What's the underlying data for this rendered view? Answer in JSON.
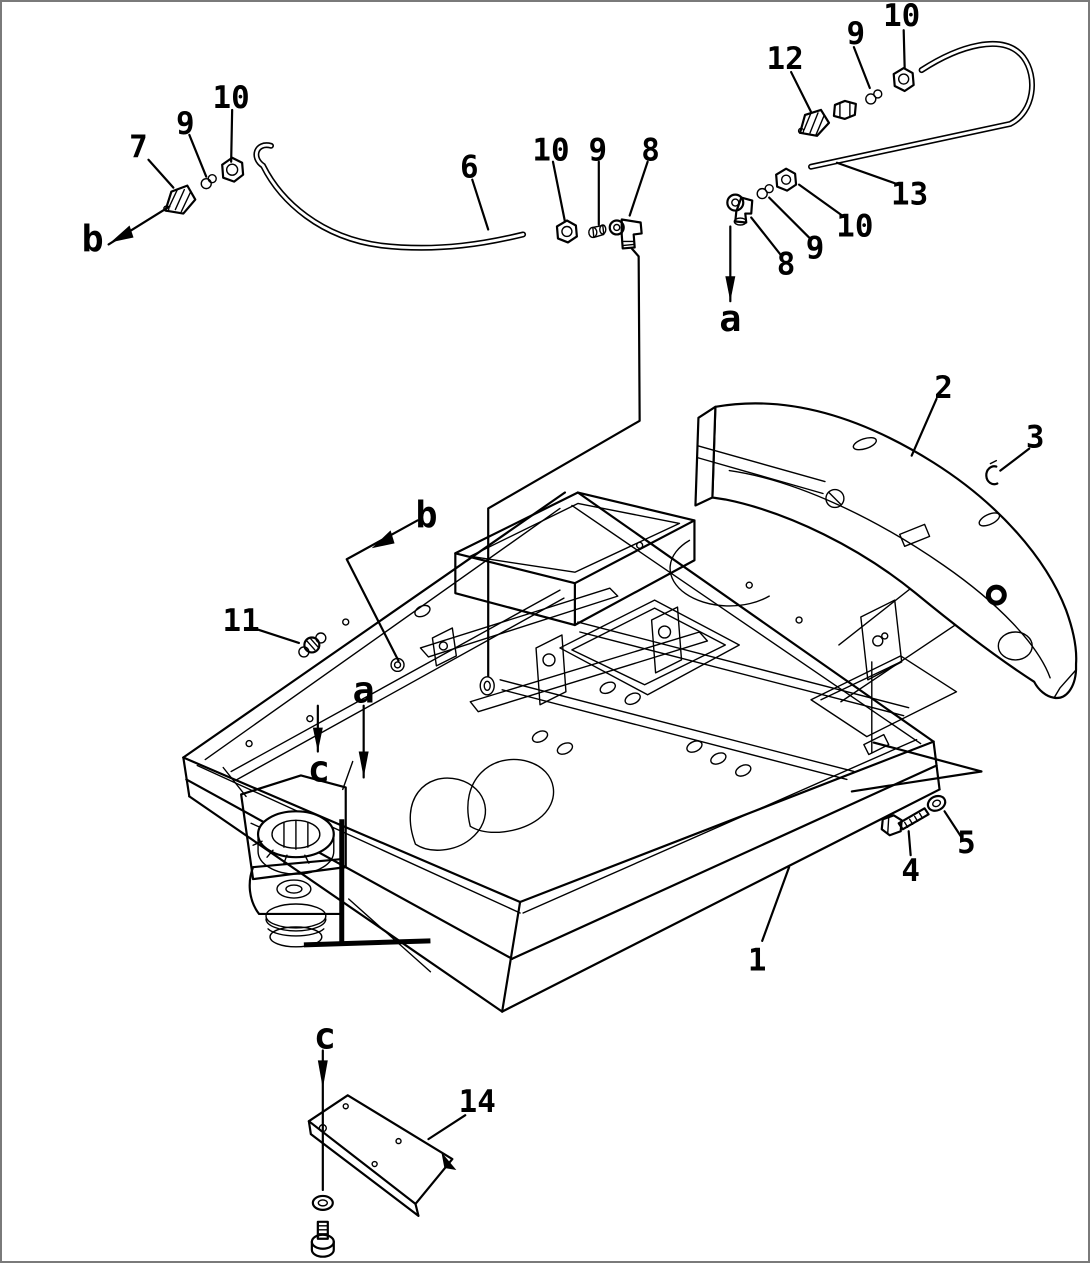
{
  "figure": {
    "background": "#ffffff",
    "line_color": "#000000",
    "border_color": "#7a7a7a"
  },
  "callouts": {
    "tl_part7": "7",
    "tl_part9": "9",
    "tl_part10": "10",
    "view_b_top": "b",
    "hose6": "6",
    "mid_part10": "10",
    "mid_part9": "9",
    "mid_part8": "8",
    "tr_part12": "12",
    "tr_part9_upper": "9",
    "tr_part10_upper": "10",
    "hose13": "13",
    "tr_part10_lower": "10",
    "tr_part9_lower": "9",
    "tr_part8_lower": "8",
    "view_a_top": "a",
    "cover2": "2",
    "clip3": "3",
    "view_b_mid": "b",
    "part11": "11",
    "view_a_mid": "a",
    "view_c_mid": "c",
    "washer5": "5",
    "bolt4": "4",
    "frame1": "1",
    "view_c_bottom": "c",
    "plate14": "14"
  }
}
